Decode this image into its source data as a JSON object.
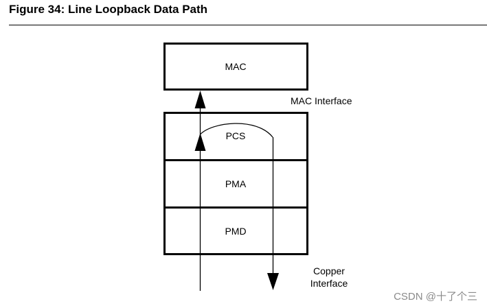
{
  "figure": {
    "title": "Figure 34: Line Loopback Data Path"
  },
  "blocks": {
    "mac": "MAC",
    "pcs": "PCS",
    "pma": "PMA",
    "pmd": "PMD"
  },
  "interfaces": {
    "mac_interface": "MAC Interface",
    "copper_line1": "Copper",
    "copper_line2": "Interface"
  },
  "watermark": "CSDN @十了个三",
  "colors": {
    "line": "#000000",
    "watermark": "#8a8a8a"
  }
}
